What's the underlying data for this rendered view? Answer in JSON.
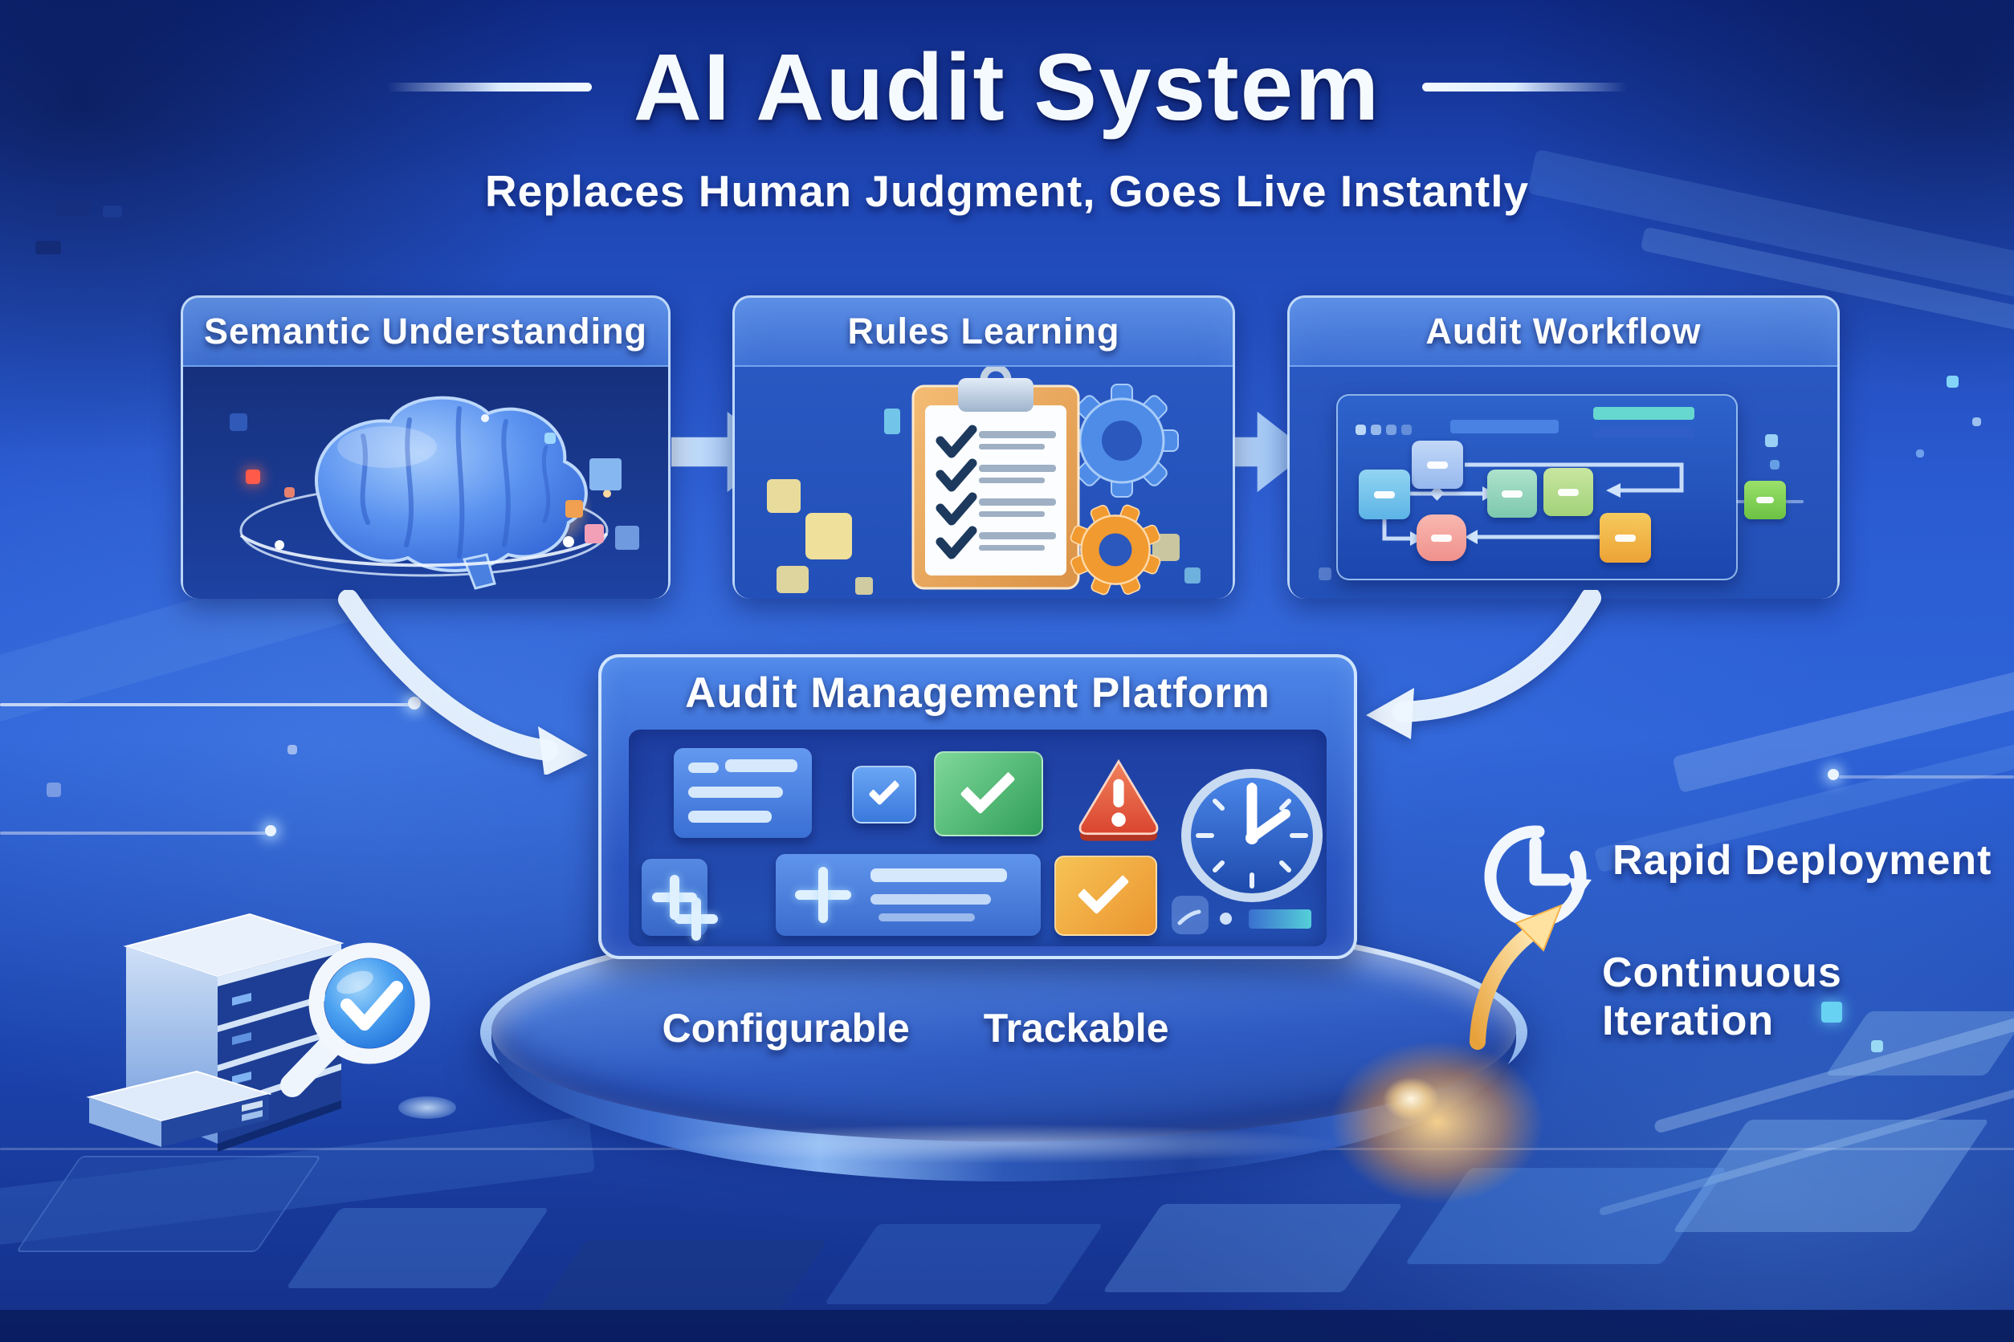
{
  "title": "AI Audit System",
  "subtitle": "Replaces Human Judgment, Goes Live Instantly",
  "cards": [
    {
      "label": "Semantic Understanding",
      "icon": "brain-icon"
    },
    {
      "label": "Rules Learning",
      "icon": "clipboard-check-icon"
    },
    {
      "label": "Audit Workflow",
      "icon": "flowchart-icon"
    }
  ],
  "platform": {
    "title": "Audit Management Platform",
    "tags": [
      "Configurable",
      "Trackable"
    ],
    "icons": [
      "list-lines-icon",
      "checkbox-check-icon",
      "check-square-green-icon",
      "warning-triangle-icon",
      "clock-icon",
      "plus-card-icon",
      "plus-list-icon",
      "check-square-orange-icon"
    ]
  },
  "features": [
    {
      "label": "Rapid Deployment",
      "icon": "history-clock-icon"
    },
    {
      "label": "Continuous Iteration",
      "icon": "growth-arrow-icon"
    }
  ],
  "decor_icons": [
    "server-stack-icon",
    "magnifier-check-icon",
    "arrow-right-icon",
    "curved-arrow-icon"
  ],
  "glyphs": {
    "check": "✓",
    "plus": "+",
    "exclamation": "!"
  },
  "colors": {
    "bg_top": "#122d8c",
    "bg_mid": "#2b5fd6",
    "bg_bottom": "#173390",
    "card_border": "#cfe6ff",
    "green": "#35b26b",
    "red": "#e65540",
    "orange": "#f0a434",
    "clock_blue": "#2f63cc",
    "gold": "#f6c56a",
    "text": "#ffffff"
  }
}
